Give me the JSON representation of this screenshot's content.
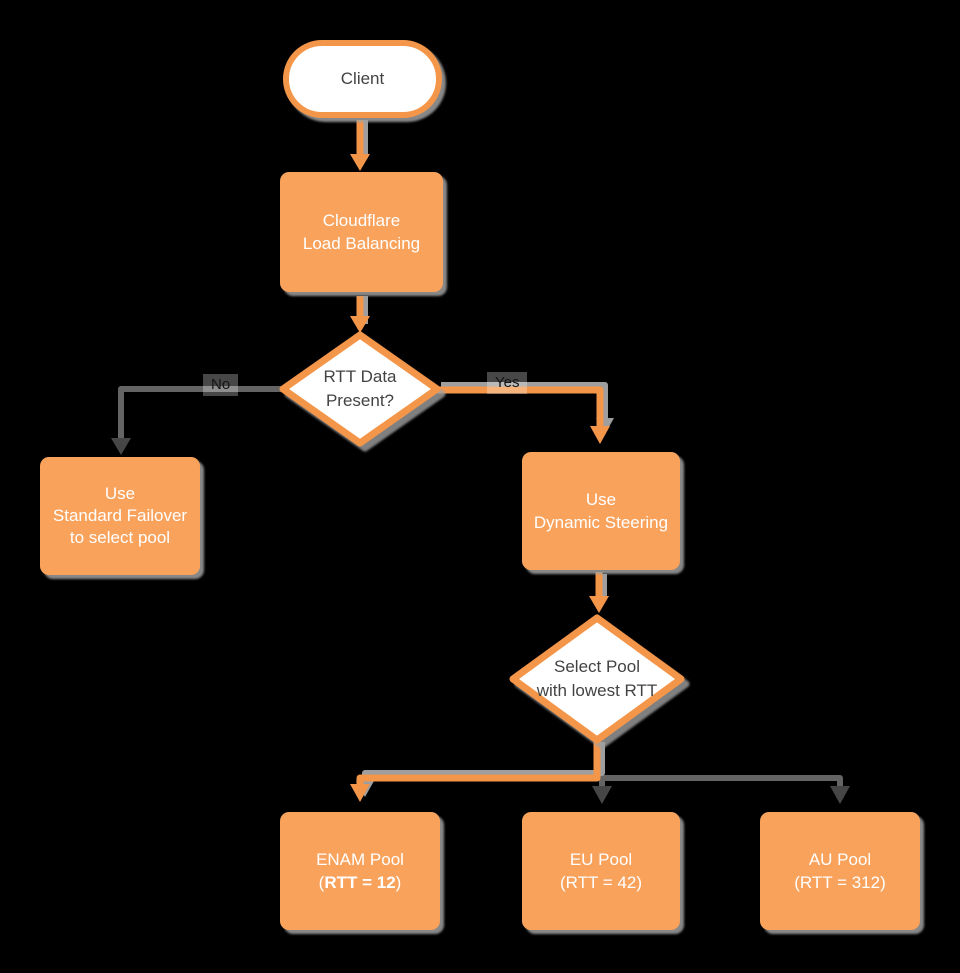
{
  "colors": {
    "background": "#000000",
    "node_fill": "#F9A25C",
    "node_border_orange": "#F4964A",
    "connector_orange": "#F4964A",
    "connector_gray": "#646464",
    "arrowhead_gray": "#464646",
    "connector_shadow_gray": "#9E9E9E",
    "shape_fill_white": "#FFFFFF",
    "text_on_orange": "#FFFFFF",
    "text_dark": "#434343"
  },
  "nodes": {
    "client": {
      "lines": [
        "Client"
      ]
    },
    "load_balancing": {
      "lines": [
        "Cloudflare",
        "Load Balancing"
      ]
    },
    "rtt_decision": {
      "lines": [
        "RTT Data",
        "Present?"
      ]
    },
    "standard_failover": {
      "lines": [
        "Use",
        "Standard Failover",
        "to select pool"
      ]
    },
    "dynamic_steering": {
      "lines": [
        "Use",
        "Dynamic Steering"
      ]
    },
    "select_pool": {
      "lines": [
        "Select Pool",
        "with lowest RTT"
      ]
    },
    "enam_pool": {
      "line1": "ENAM Pool",
      "line2_prefix": "(",
      "line2_bold": "RTT = 12",
      "line2_suffix": ")"
    },
    "eu_pool": {
      "lines": [
        "EU Pool",
        "(RTT = 42)"
      ]
    },
    "au_pool": {
      "lines": [
        "AU Pool",
        "(RTT = 312)"
      ]
    }
  },
  "edge_labels": {
    "no": "No",
    "yes": "Yes"
  }
}
